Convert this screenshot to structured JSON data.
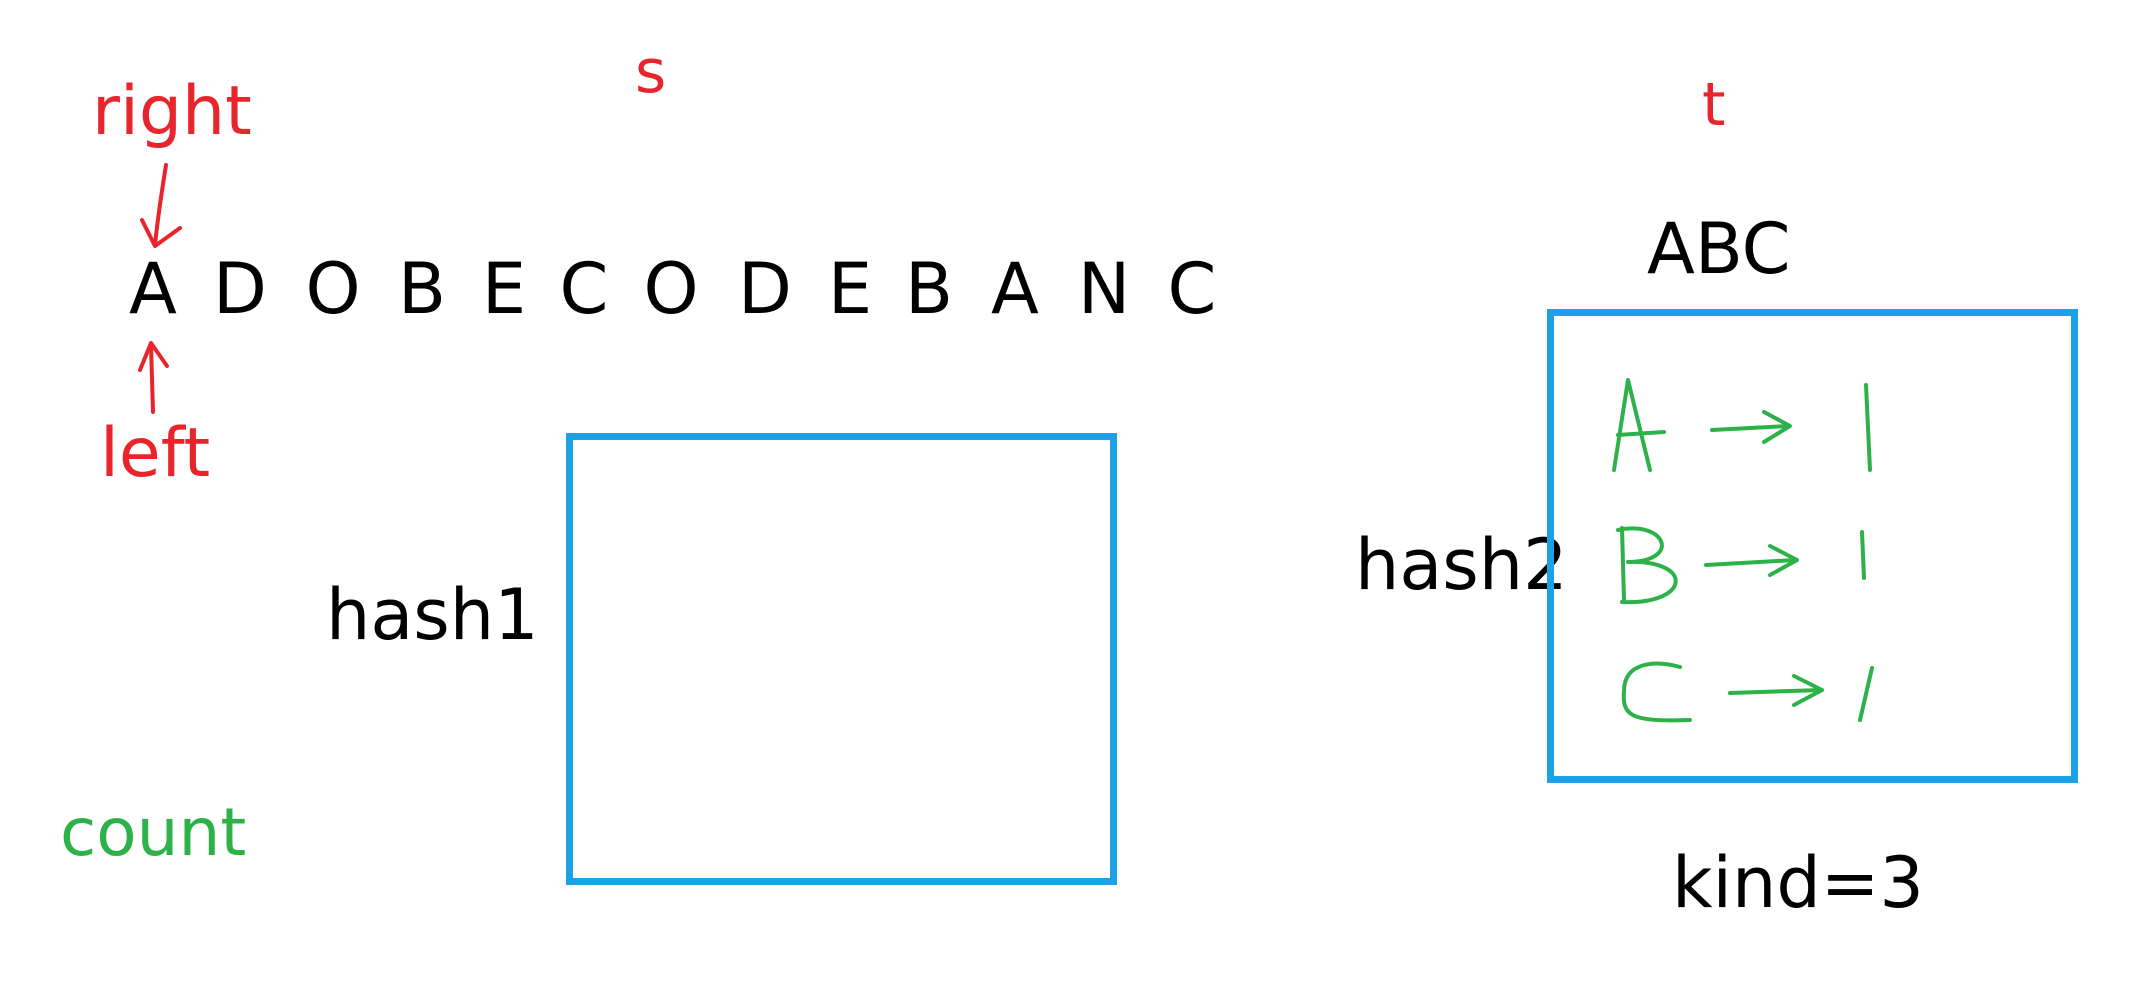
{
  "labels": {
    "s": "s",
    "t": "t",
    "right": "right",
    "left": "left",
    "count": "count",
    "hash1": "hash1",
    "hash2": "hash2",
    "t_value": "ABC",
    "kind": "kind=3"
  },
  "sequence": [
    "A",
    "D",
    "O",
    "B",
    "E",
    "C",
    "O",
    "D",
    "E",
    "B",
    "A",
    "N",
    "C"
  ],
  "hash2_entries": [
    {
      "key": "A",
      "value": "1"
    },
    {
      "key": "B",
      "value": "1"
    },
    {
      "key": "C",
      "value": "1"
    }
  ],
  "colors": {
    "pointer_red": "#e8242c",
    "count_green": "#2db24a",
    "box_blue": "#1ea0e6",
    "text_black": "#000000"
  }
}
